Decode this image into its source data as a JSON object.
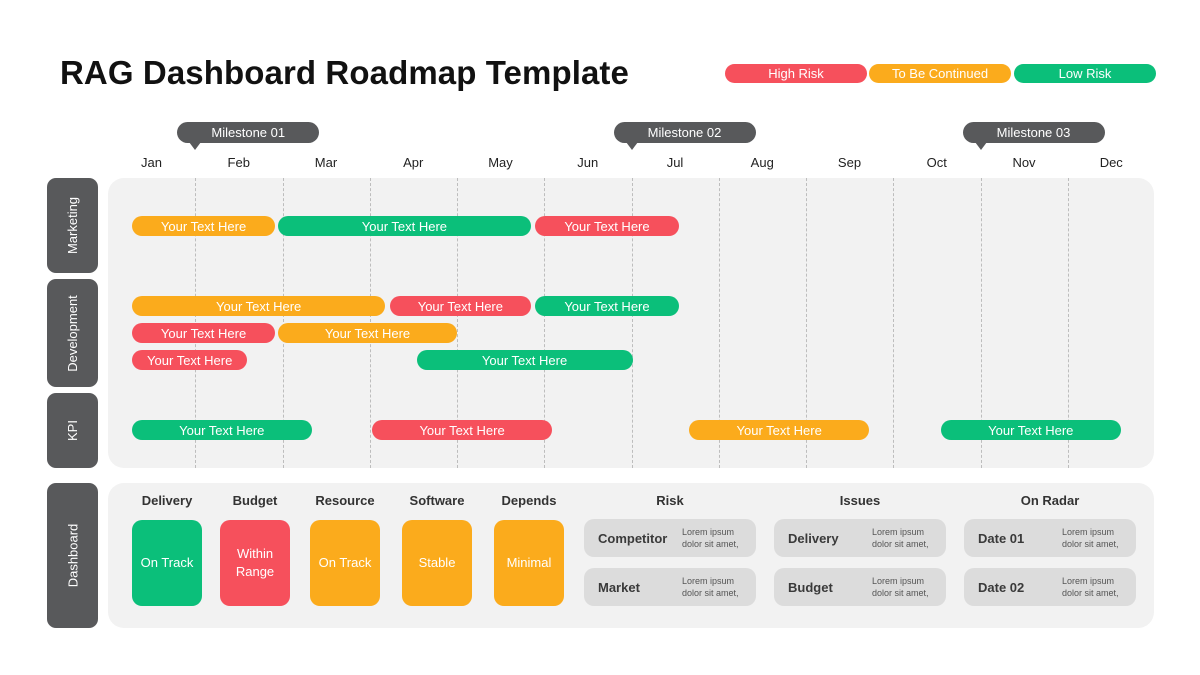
{
  "title": "RAG Dashboard Roadmap Template",
  "colors": {
    "red": "#f6505c",
    "amber": "#fbab1c",
    "green": "#0bbf7a",
    "dark": "#58595b",
    "panel": "#f2f2f2"
  },
  "legend": [
    {
      "label": "High Risk",
      "color": "red"
    },
    {
      "label": "To Be Continued",
      "color": "amber"
    },
    {
      "label": "Low Risk",
      "color": "green"
    }
  ],
  "milestones": [
    {
      "label": "Milestone 01",
      "month_index": 0.5
    },
    {
      "label": "Milestone 02",
      "month_index": 5.5
    },
    {
      "label": "Milestone 03",
      "month_index": 9.5
    }
  ],
  "months": [
    "Jan",
    "Feb",
    "Mar",
    "Apr",
    "May",
    "Jun",
    "Jul",
    "Aug",
    "Sep",
    "Oct",
    "Nov",
    "Dec"
  ],
  "lanes": [
    {
      "name": "Marketing",
      "rows": [
        [
          {
            "label": "Your Text Here",
            "color": "amber",
            "start": 0.0,
            "end": 1.65
          },
          {
            "label": "Your Text Here",
            "color": "green",
            "start": 1.68,
            "end": 4.6
          },
          {
            "label": "Your Text Here",
            "color": "red",
            "start": 4.65,
            "end": 6.3
          }
        ]
      ]
    },
    {
      "name": "Development",
      "rows": [
        [
          {
            "label": "Your Text Here",
            "color": "amber",
            "start": 0.0,
            "end": 2.92
          },
          {
            "label": "Your Text Here",
            "color": "red",
            "start": 2.97,
            "end": 4.6
          },
          {
            "label": "Your Text Here",
            "color": "green",
            "start": 4.65,
            "end": 6.3
          }
        ],
        [
          {
            "label": "Your Text Here",
            "color": "red",
            "start": 0.0,
            "end": 1.65
          },
          {
            "label": "Your Text Here",
            "color": "amber",
            "start": 1.68,
            "end": 3.75
          }
        ],
        [
          {
            "label": "Your Text Here",
            "color": "red",
            "start": 0.0,
            "end": 1.33
          },
          {
            "label": "Your Text Here",
            "color": "green",
            "start": 3.28,
            "end": 5.77
          }
        ]
      ]
    },
    {
      "name": "KPI",
      "rows": [
        [
          {
            "label": "Your Text Here",
            "color": "green",
            "start": 0.0,
            "end": 2.07
          },
          {
            "label": "Your Text Here",
            "color": "red",
            "start": 2.77,
            "end": 4.84
          },
          {
            "label": "Your Text Here",
            "color": "amber",
            "start": 6.42,
            "end": 8.5
          },
          {
            "label": "Your Text Here",
            "color": "green",
            "start": 9.32,
            "end": 11.4
          }
        ]
      ]
    }
  ],
  "dashboard": {
    "label": "Dashboard",
    "statuses": [
      {
        "heading": "Delivery",
        "value": "On Track",
        "color": "green"
      },
      {
        "heading": "Budget",
        "value": "Within Range",
        "color": "red"
      },
      {
        "heading": "Resource",
        "value": "On Track",
        "color": "amber"
      },
      {
        "heading": "Software",
        "value": "Stable",
        "color": "amber"
      },
      {
        "heading": "Depends",
        "value": "Minimal",
        "color": "amber"
      }
    ],
    "groups": [
      {
        "heading": "Risk",
        "items": [
          {
            "label": "Competitor",
            "desc": "Lorem ipsum dolor sit amet,"
          },
          {
            "label": "Market",
            "desc": "Lorem ipsum dolor sit amet,"
          }
        ]
      },
      {
        "heading": "Issues",
        "items": [
          {
            "label": "Delivery",
            "desc": "Lorem ipsum dolor sit amet,"
          },
          {
            "label": "Budget",
            "desc": "Lorem ipsum dolor sit amet,"
          }
        ]
      },
      {
        "heading": "On Radar",
        "items": [
          {
            "label": "Date 01",
            "desc": "Lorem ipsum dolor sit amet,"
          },
          {
            "label": "Date 02",
            "desc": "Lorem ipsum dolor sit amet,"
          }
        ]
      }
    ]
  }
}
